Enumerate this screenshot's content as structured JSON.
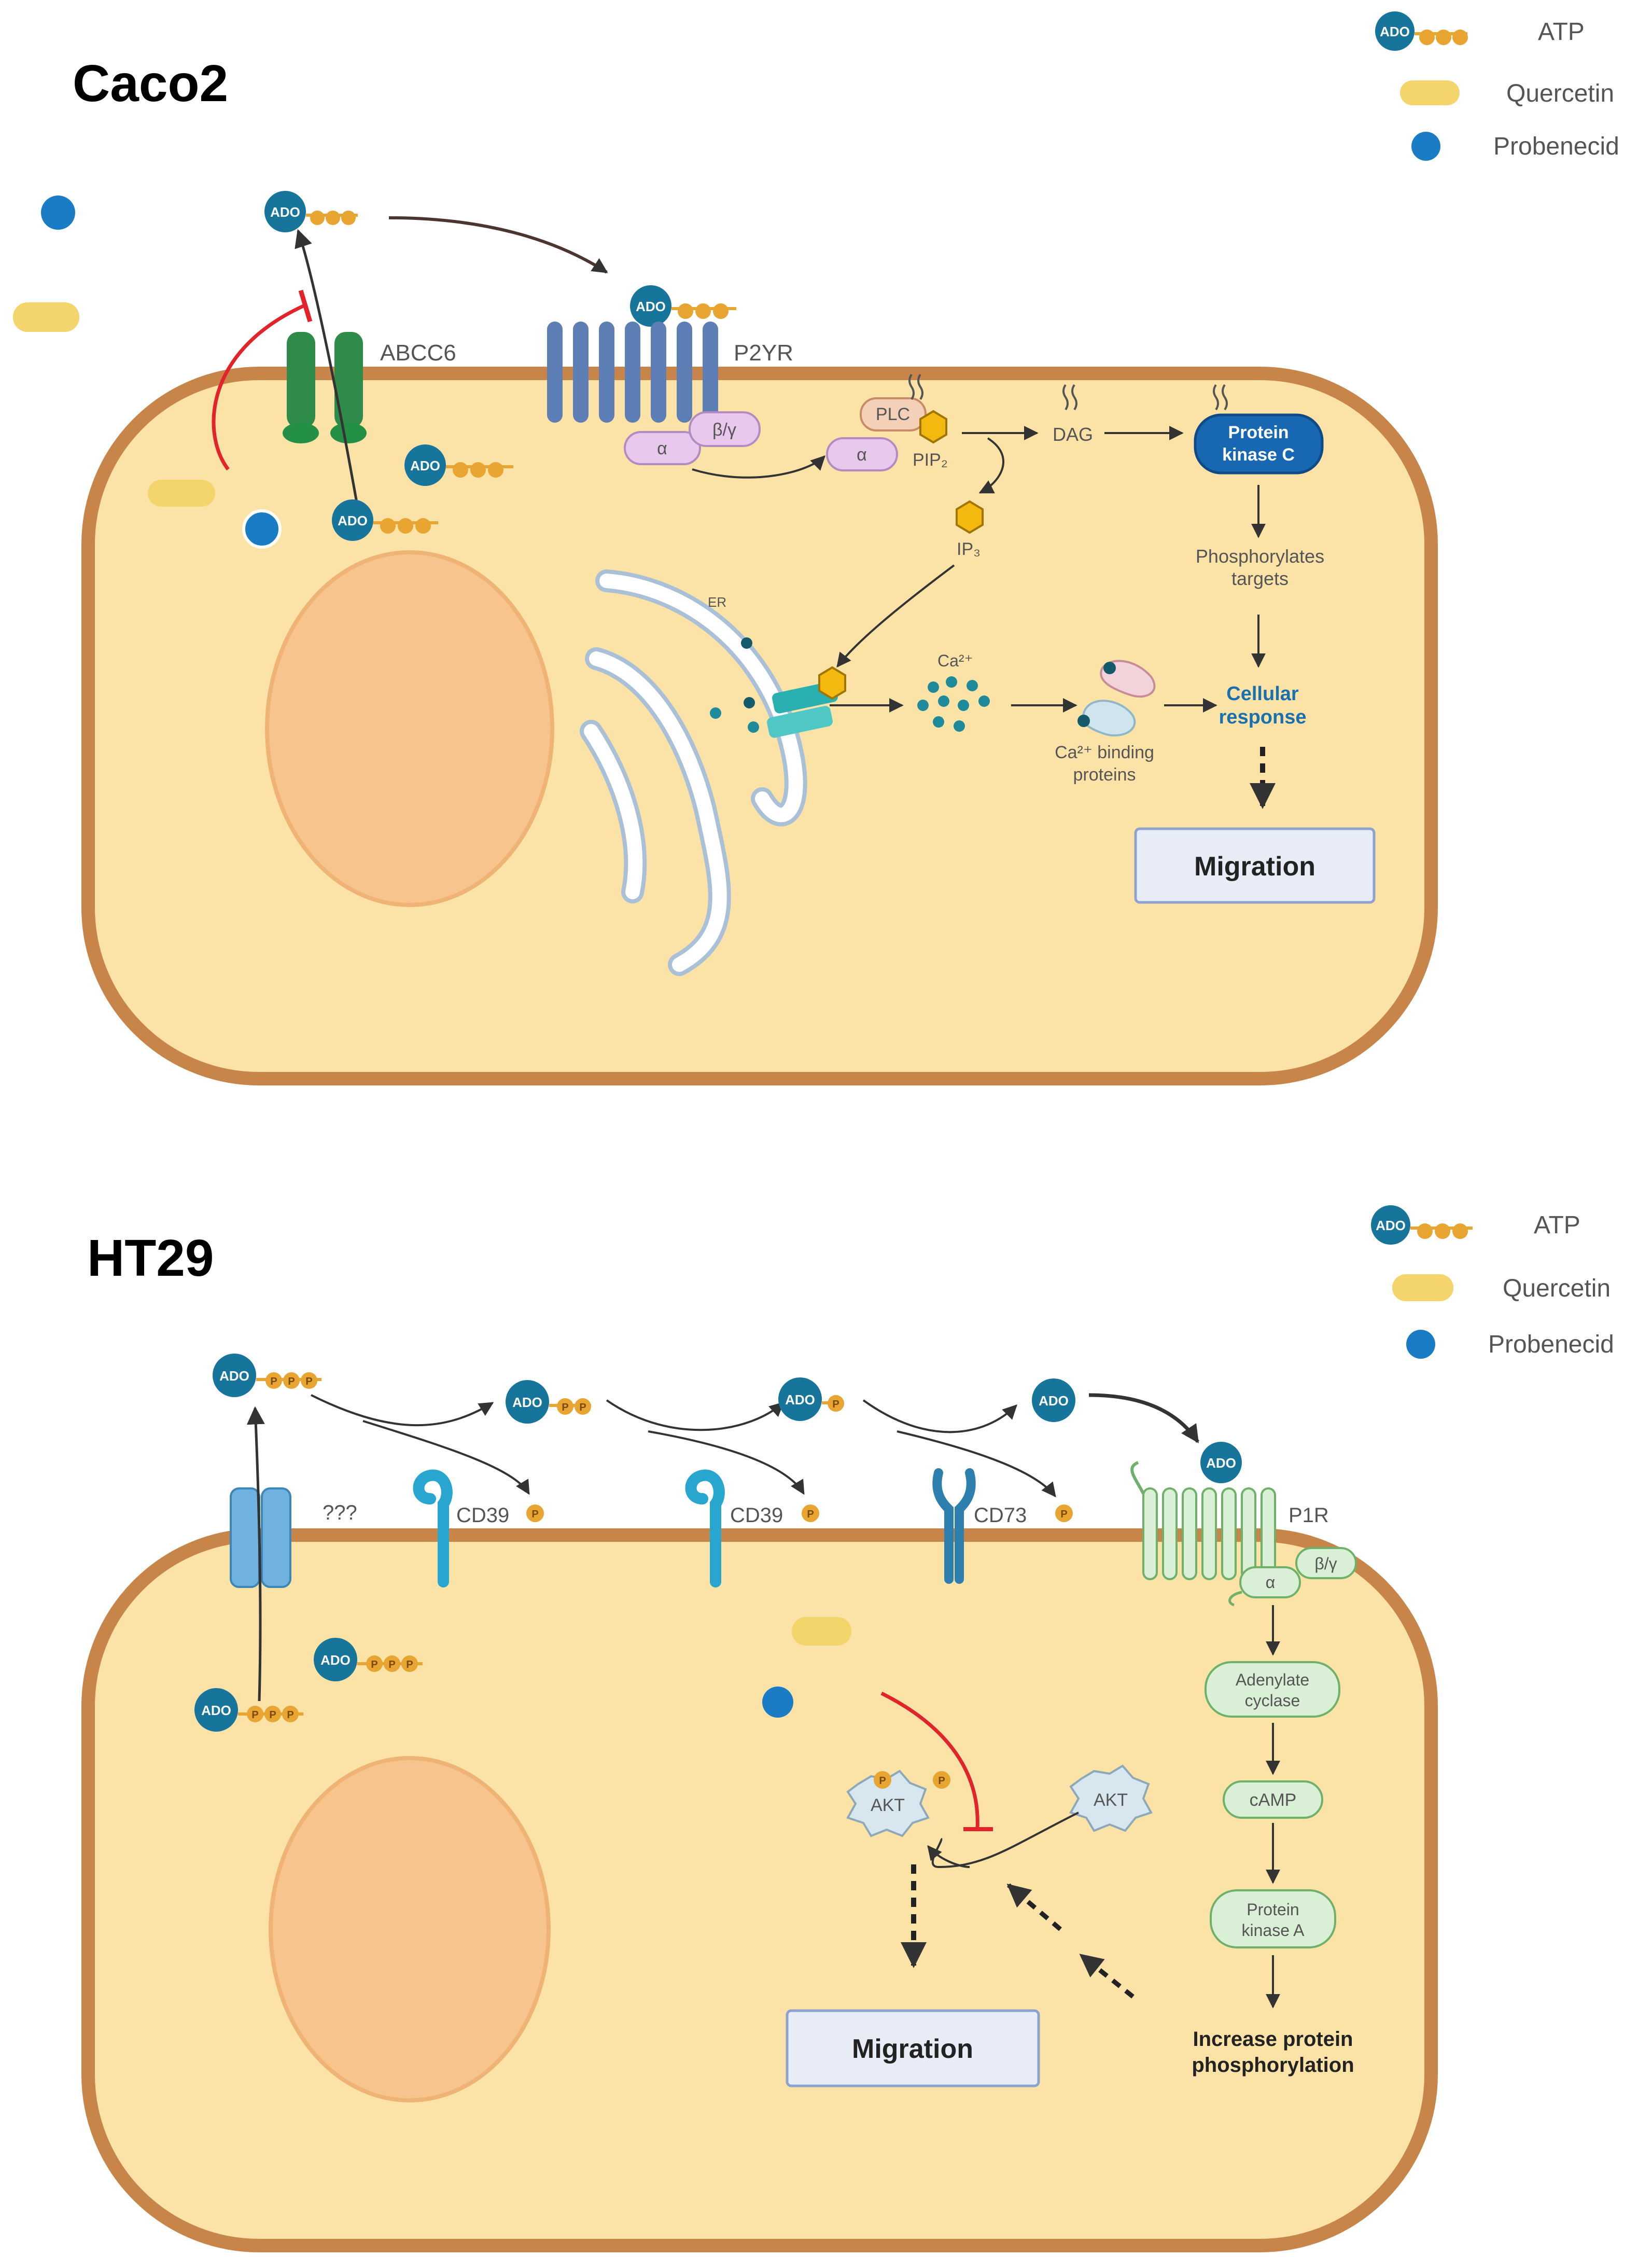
{
  "legend": {
    "atp": "ATP",
    "quercetin": "Quercetin",
    "probenecid": "Probenecid"
  },
  "glyph": {
    "ado": "ADO",
    "p": "P",
    "unknown_transporter": "???"
  },
  "caco2": {
    "title": "Caco2",
    "abcc6": "ABCC6",
    "p2yr": "P2YR",
    "alpha": "α",
    "beta_gamma": "β/γ",
    "plc": "PLC",
    "pip2": "PIP₂",
    "dag": "DAG",
    "ip3": "IP₃",
    "pkc_line1": "Protein",
    "pkc_line2": "kinase C",
    "er": "ER",
    "ca": "Ca²⁺",
    "cabp_line1": "Ca²⁺ binding",
    "cabp_line2": "proteins",
    "phos_line1": "Phosphorylates",
    "phos_line2": "targets",
    "cell_line1": "Cellular",
    "cell_line2": "response",
    "migration": "Migration"
  },
  "ht29": {
    "title": "HT29",
    "cd39_a": "CD39",
    "cd39_b": "CD39",
    "cd73": "CD73",
    "p1r": "P1R",
    "alpha": "α",
    "beta_gamma": "β/γ",
    "adenylate_line1": "Adenylate",
    "adenylate_line2": "cyclase",
    "camp": "cAMP",
    "pka_line1": "Protein",
    "pka_line2": "kinase A",
    "incr_line1": "Increase protein",
    "incr_line2": "phosphorylation",
    "akt": "AKT",
    "migration": "Migration"
  },
  "colors": {
    "cytoplasm": "#fbe3a8",
    "membrane": "#c8854a",
    "nucleus": "#f6c48c",
    "ado": "#17749a",
    "phosphate": "#e9a531",
    "quercetin": "#f3d56b",
    "probenecid": "#1b7cc6",
    "inhibit": "#e2232a",
    "pkc": "#1767b3",
    "migration_box": "#e8ecf7"
  }
}
